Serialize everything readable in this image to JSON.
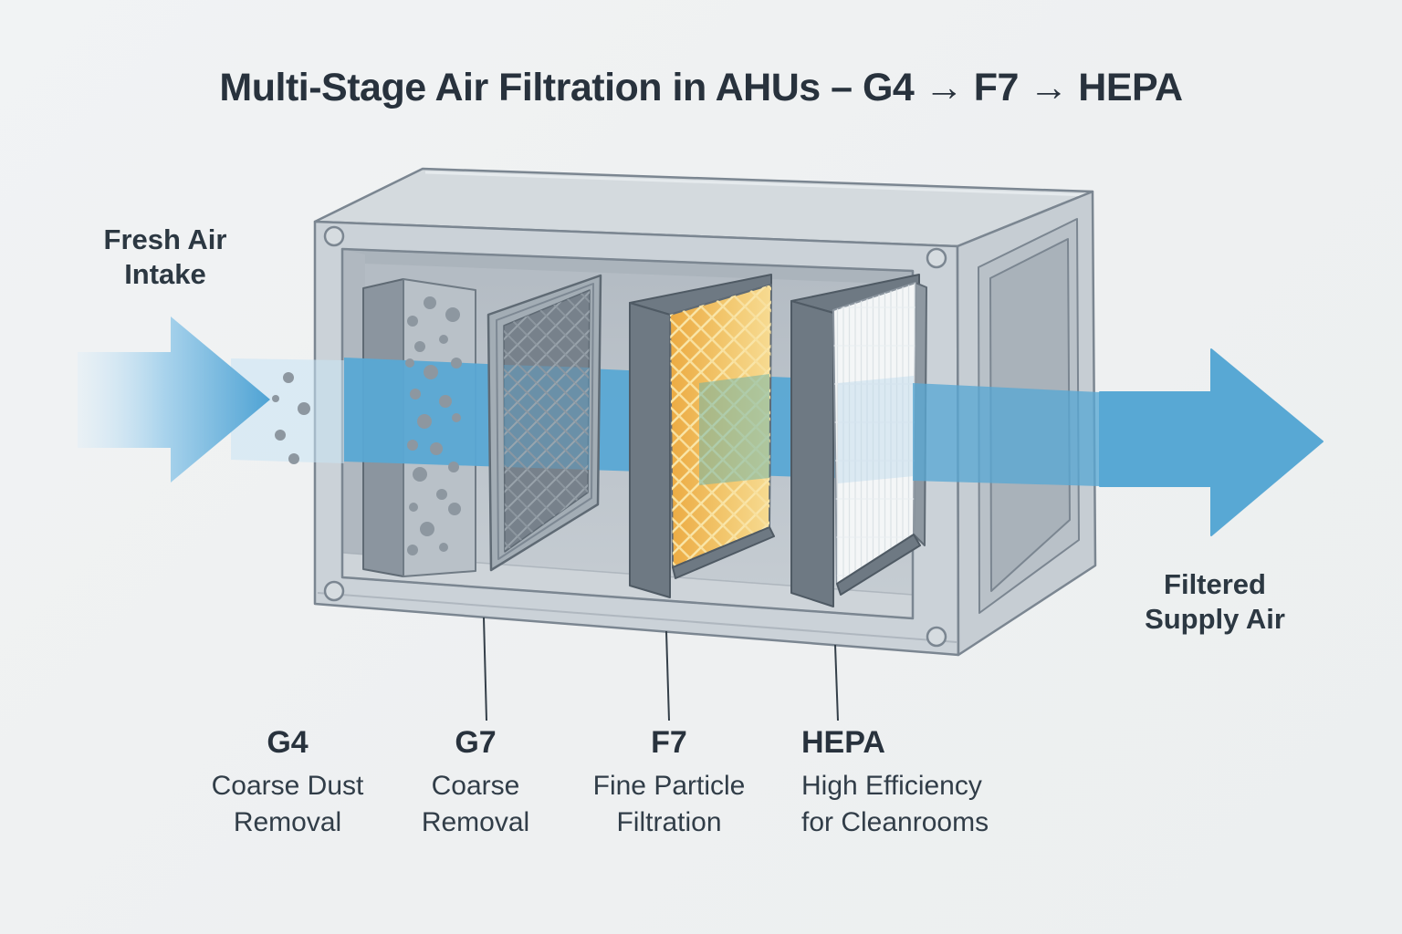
{
  "title": "Multi-Stage Air Filtration in AHUs – G4 → F7 → HEPA",
  "flow_labels": {
    "intake": "Fresh Air\nIntake",
    "supply": "Filtered\nSupply Air"
  },
  "filters": [
    {
      "code": "G4",
      "description": "Coarse Dust\nRemoval"
    },
    {
      "code": "G7",
      "description": "Coarse\nRemoval"
    },
    {
      "code": "F7",
      "description": "Fine Particle\nFiltration"
    },
    {
      "code": "HEPA",
      "description": "High Efficiency\nfor Cleanrooms"
    }
  ],
  "colors": {
    "background": "#eff1f2",
    "text_dark": "#2c3842",
    "airflow_blue": "#58a8d4",
    "box_frame_gray": "#cbd2d8",
    "interior_gray": "#bac2ca",
    "g4_face_gray": "#b9c1c8",
    "g7_mesh_gray": "#77818b",
    "f7_orange": "#f0b95c",
    "hepa_white": "#f4f6f7",
    "dust_dot_gray": "#8d97a0"
  }
}
